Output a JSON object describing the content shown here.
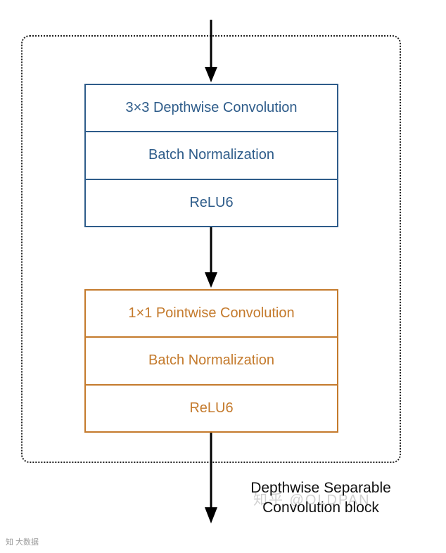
{
  "depthwise_block": {
    "rows": [
      "3×3 Depthwise Convolution",
      "Batch Normalization",
      "ReLU6"
    ],
    "color": "#2e5c8a"
  },
  "pointwise_block": {
    "rows": [
      "1×1 Pointwise Convolution",
      "Batch Normalization",
      "ReLU6"
    ],
    "color": "#c47a2c"
  },
  "caption": {
    "line1": "Depthwise Separable",
    "line2": "Convolution block"
  },
  "watermark": "知乎 @OLDPAN",
  "corner_mark": "知 大数据"
}
